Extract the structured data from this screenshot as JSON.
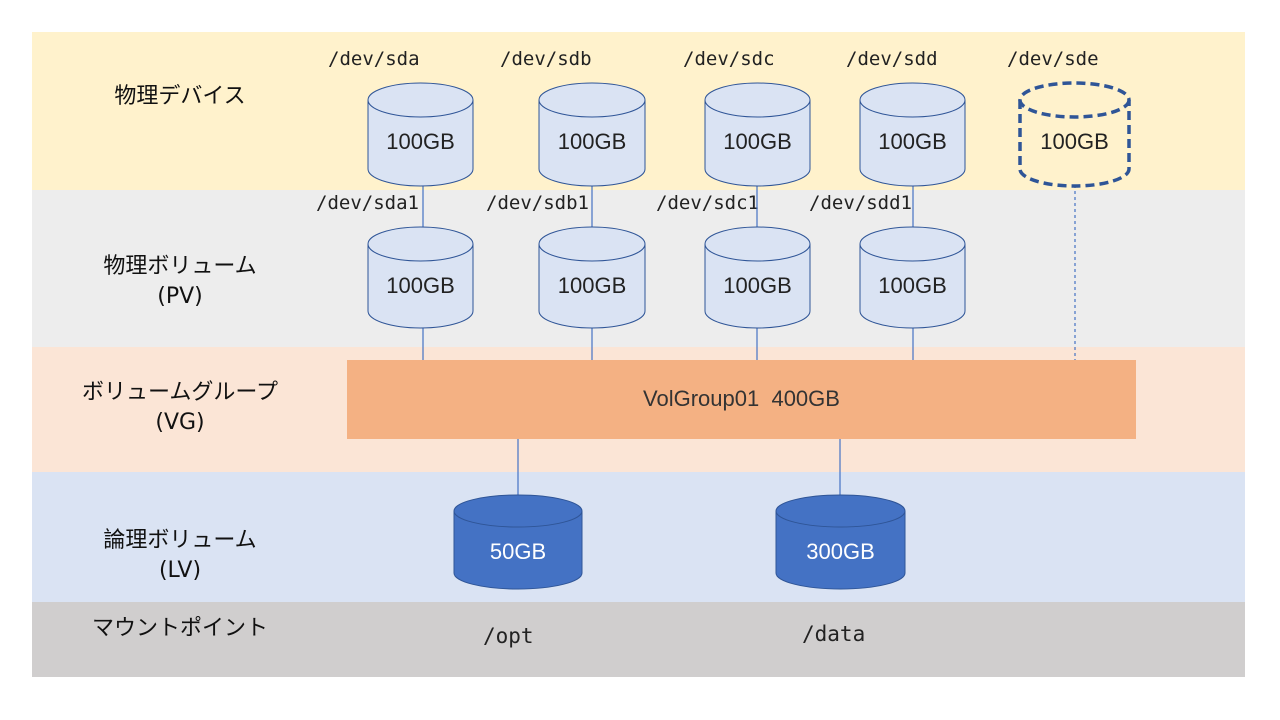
{
  "layers": {
    "physical_device": "物理デバイス",
    "physical_volume": {
      "line1": "物理ボリューム",
      "line2": "(PV)"
    },
    "volume_group": {
      "line1": "ボリュームグループ",
      "line2": "(VG)"
    },
    "logical_volume": {
      "line1": "論理ボリューム",
      "line2": "(LV)"
    },
    "mount_point": "マウントポイント"
  },
  "devices": [
    {
      "name": "/dev/sda",
      "size": "100GB"
    },
    {
      "name": "/dev/sdb",
      "size": "100GB"
    },
    {
      "name": "/dev/sdc",
      "size": "100GB"
    },
    {
      "name": "/dev/sdd",
      "size": "100GB"
    },
    {
      "name": "/dev/sde",
      "size": "100GB"
    }
  ],
  "physical_volumes": [
    {
      "name": "/dev/sda1",
      "size": "100GB"
    },
    {
      "name": "/dev/sdb1",
      "size": "100GB"
    },
    {
      "name": "/dev/sdc1",
      "size": "100GB"
    },
    {
      "name": "/dev/sdd1",
      "size": "100GB"
    }
  ],
  "volume_group": {
    "label": "VolGroup01  400GB"
  },
  "logical_volumes": [
    {
      "size": "50GB",
      "mount": "/opt"
    },
    {
      "size": "300GB",
      "mount": "/data"
    }
  ],
  "colors": {
    "band_device": "#fff2cc",
    "band_pv": "#ededed",
    "band_vg": "#fbe5d6",
    "band_lv": "#dae3f3",
    "band_mount": "#d0cece",
    "cyl_light_fill": "#dae3f3",
    "cyl_light_stroke": "#2f5597",
    "vg_fill": "#f4b183",
    "lv_fill": "#4472c4",
    "line": "#4472c4",
    "dashed_stroke": "#2f5597"
  }
}
